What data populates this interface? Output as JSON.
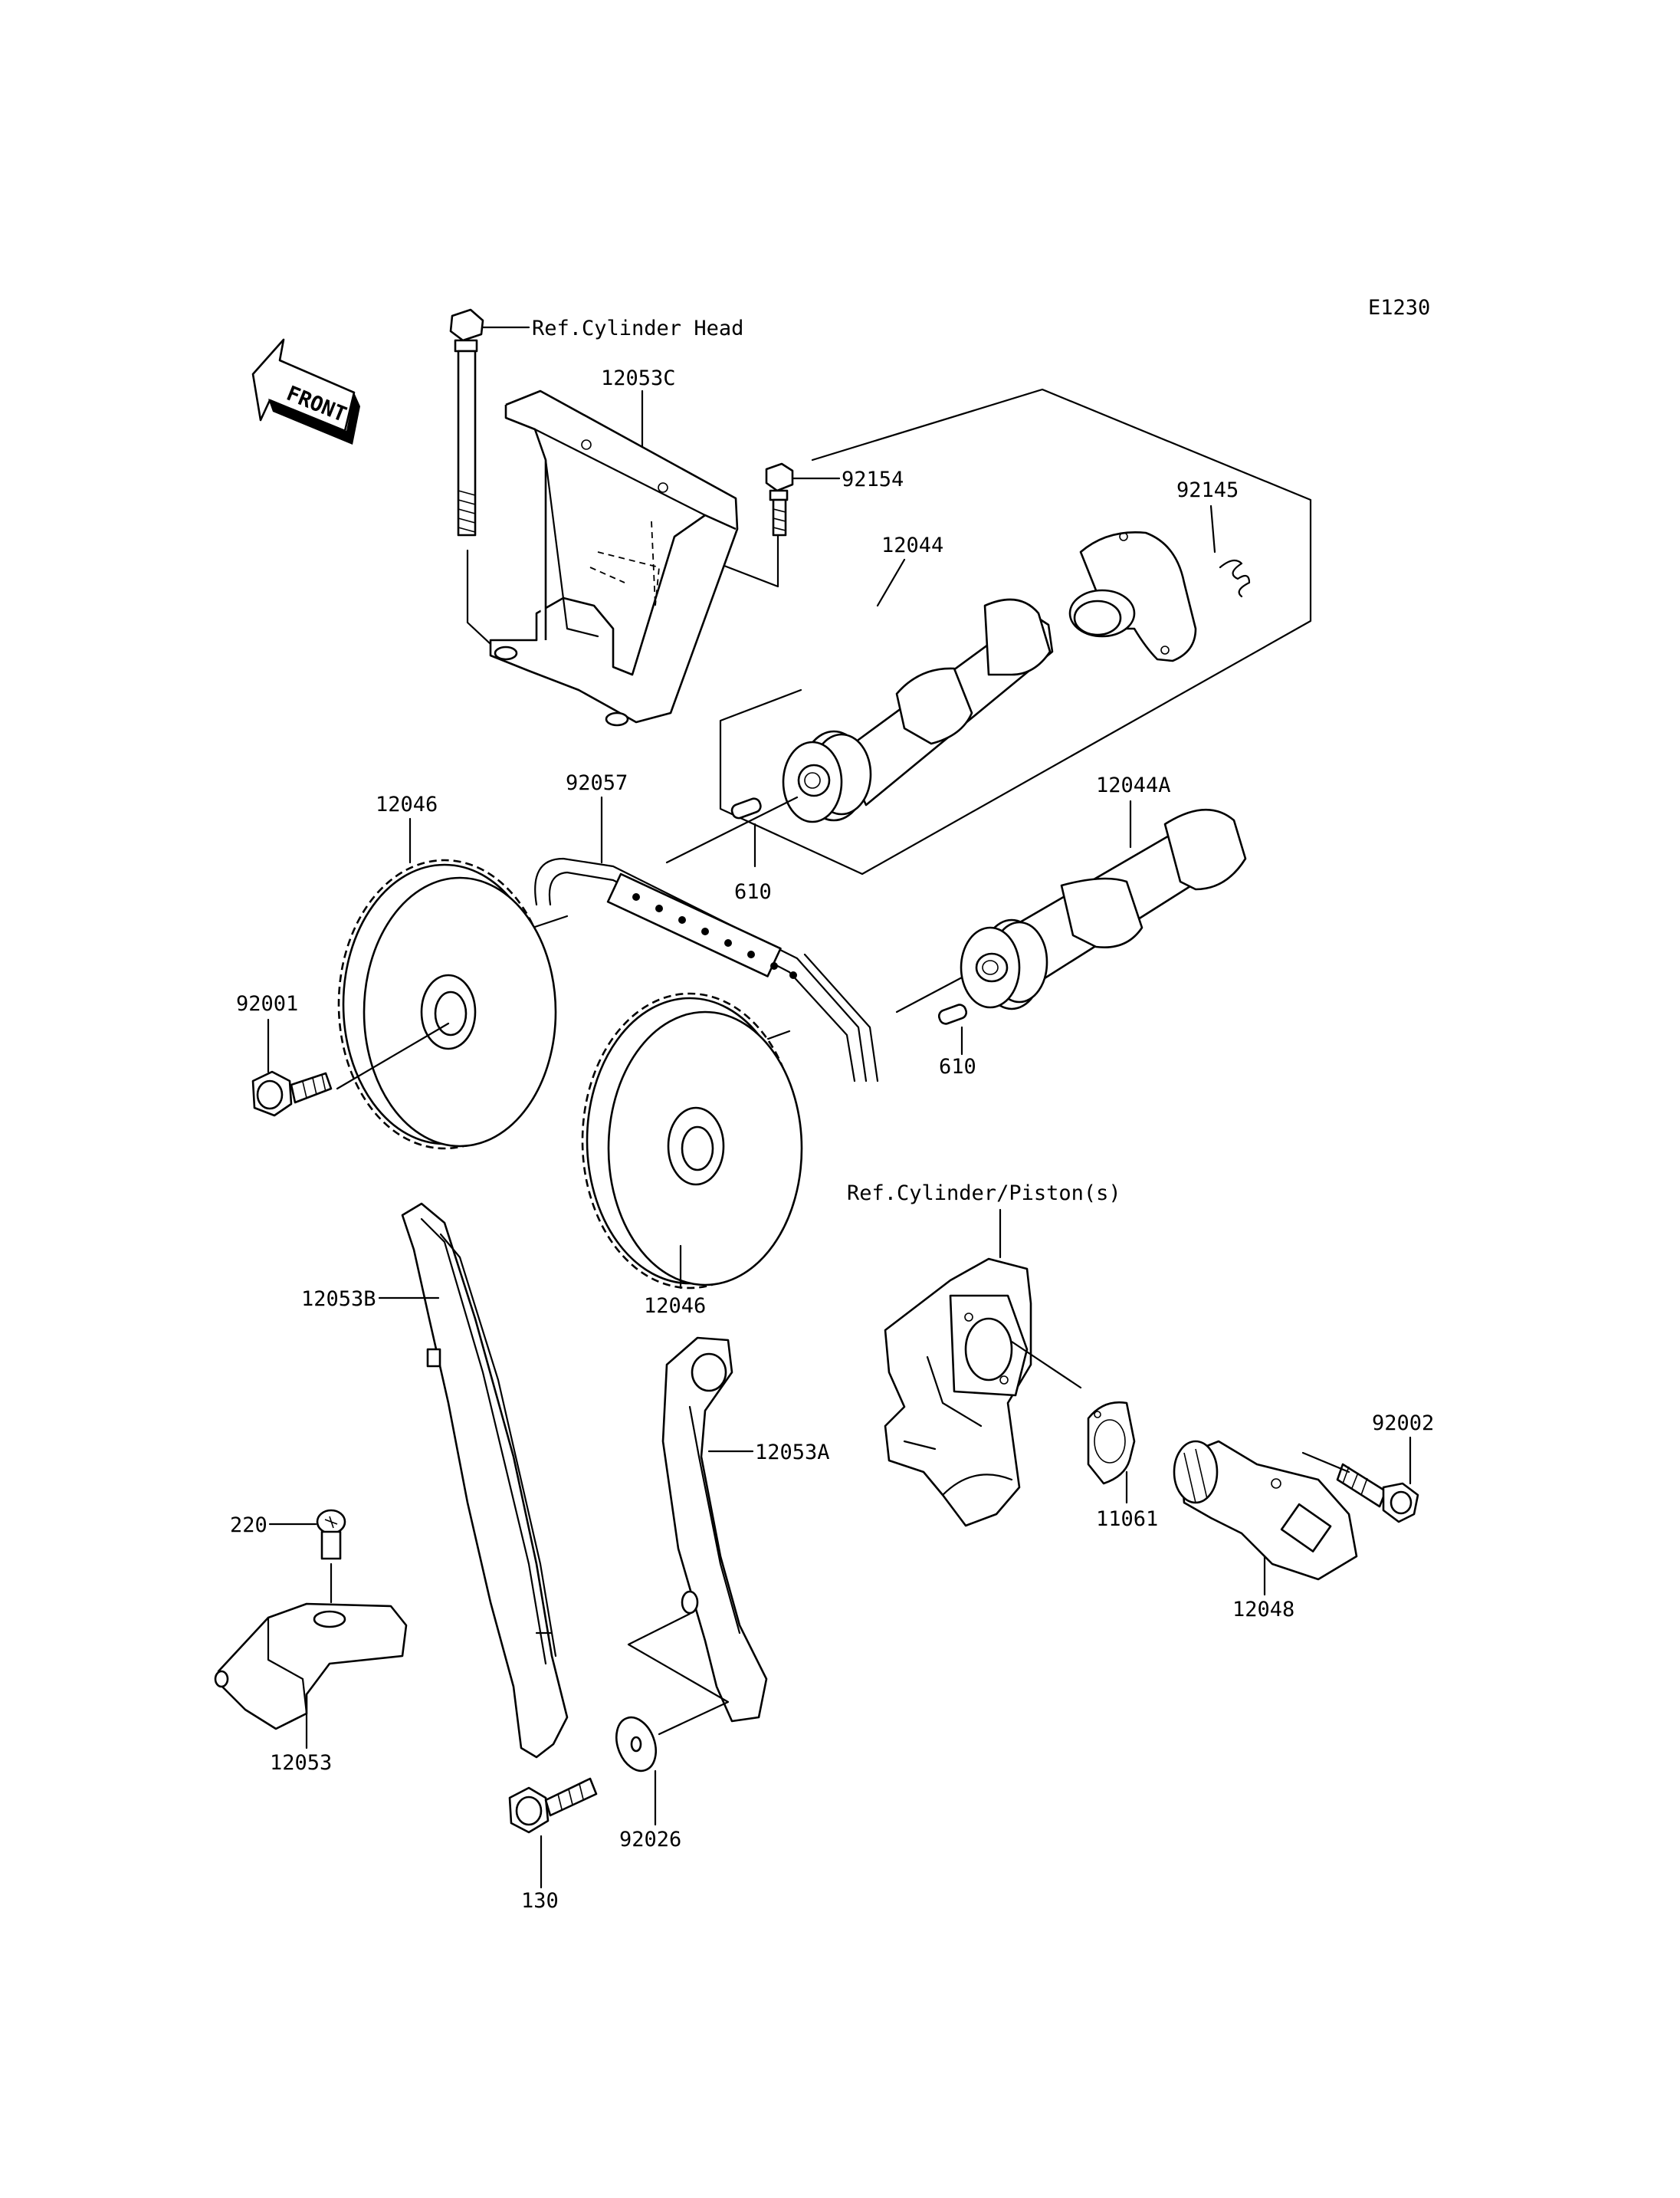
{
  "diagram_code": "E1230",
  "front_arrow_label": "FRONT",
  "labels": {
    "ref_cylinder_head": "Ref.Cylinder Head",
    "p12053C": "12053C",
    "p92154": "92154",
    "p92145": "92145",
    "p12044": "12044",
    "p92057": "92057",
    "p12044A": "12044A",
    "p12046_top": "12046",
    "p610_top": "610",
    "p610_bottom": "610",
    "p92001": "92001",
    "p12046_bottom": "12046",
    "ref_cylinder_piston": "Ref.Cylinder/Piston(s)",
    "p12053B": "12053B",
    "p12053A": "12053A",
    "p92002": "92002",
    "p11061": "11061",
    "p12048": "12048",
    "p220": "220",
    "p12053": "12053",
    "p92026": "92026",
    "p130": "130"
  }
}
